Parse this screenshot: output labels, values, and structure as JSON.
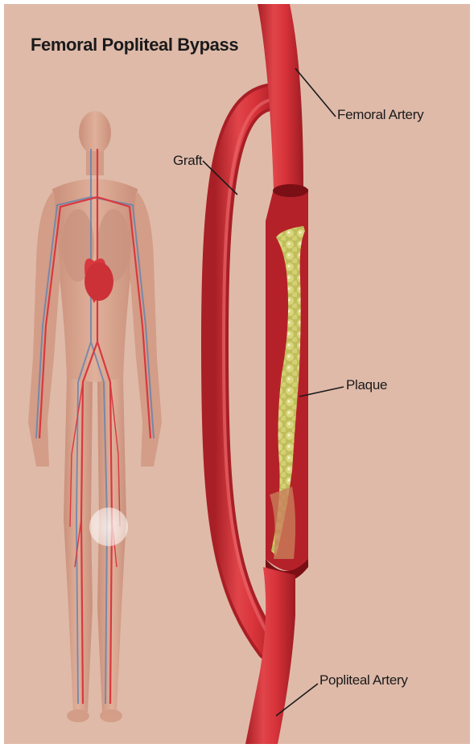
{
  "title": "Femoral Popliteal Bypass",
  "labels": {
    "femoral_artery": "Femoral Artery",
    "graft": "Graft",
    "plaque": "Plaque",
    "popliteal_artery": "Popliteal Artery"
  },
  "colors": {
    "background": "#dfbaa9",
    "artery": "#d8333a",
    "artery_shadow": "#a81f25",
    "plaque": "#c9c76a",
    "body_skin": "#d9a58e",
    "vein": "#5a7fb2"
  }
}
